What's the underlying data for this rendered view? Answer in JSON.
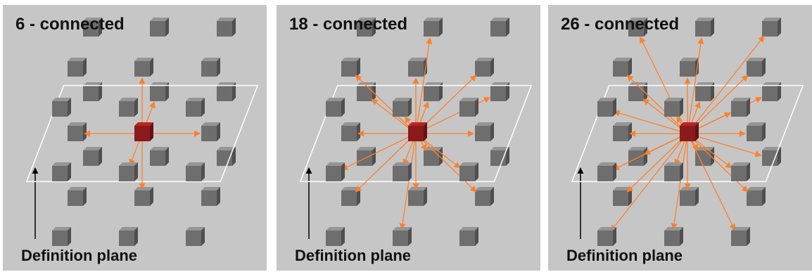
{
  "panels": [
    {
      "title": "6 - connected",
      "plane_label": "Definition plane",
      "neighbor_count": 6
    },
    {
      "title": "18 - connected",
      "plane_label": "Definition plane",
      "neighbor_count": 18
    },
    {
      "title": "26 - connected",
      "plane_label": "Definition plane",
      "neighbor_count": 26
    }
  ],
  "colors": {
    "panel_background": "#c6c6c6",
    "neighbor_cube": "#6e6e6e",
    "center_cube": "#8b1a1a",
    "arrow": "#ff7f2a",
    "plane_outline": "#ffffff",
    "up_arrow": "#000000"
  }
}
